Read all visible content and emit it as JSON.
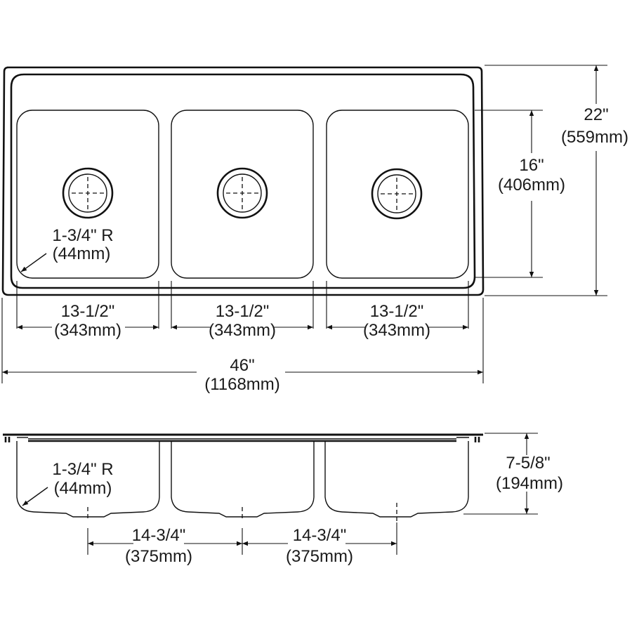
{
  "drawing": {
    "title": "Triple bowl drop-in sink dimension drawing",
    "top_view": {
      "bowl_count": 3,
      "corner_radius": {
        "inch": "1-3/4\" R",
        "mm": "(44mm)"
      },
      "bowl_widths": [
        {
          "inch": "13-1/2\"",
          "mm": "(343mm)"
        },
        {
          "inch": "13-1/2\"",
          "mm": "(343mm)"
        },
        {
          "inch": "13-1/2\"",
          "mm": "(343mm)"
        }
      ],
      "overall_width": {
        "inch": "46\"",
        "mm": "(1168mm)"
      },
      "bowl_length": {
        "inch": "16\"",
        "mm": "(406mm)"
      },
      "overall_length": {
        "inch": "22\"",
        "mm": "(559mm)"
      }
    },
    "side_view": {
      "corner_radius": {
        "inch": "1-3/4\" R",
        "mm": "(44mm)"
      },
      "drain_spacing": [
        {
          "inch": "14-3/4\"",
          "mm": "(375mm)"
        },
        {
          "inch": "14-3/4\"",
          "mm": "(375mm)"
        }
      ],
      "depth": {
        "inch": "7-5/8\"",
        "mm": "(194mm)"
      }
    }
  },
  "colors": {
    "line": "#111111",
    "background": "#ffffff"
  }
}
